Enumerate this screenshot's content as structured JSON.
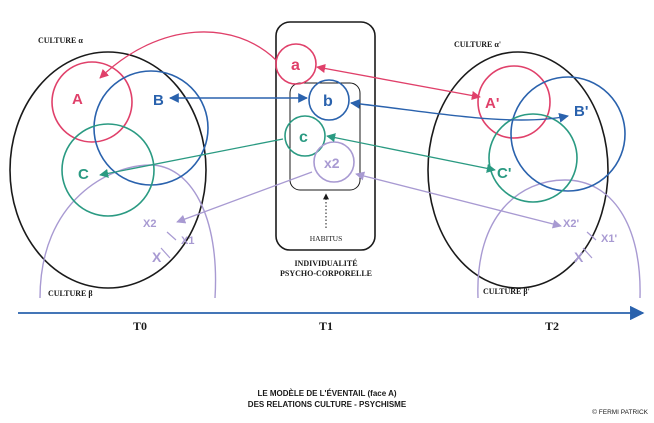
{
  "colors": {
    "pink": "#e0406a",
    "blue": "#2a62ad",
    "green": "#2a9a82",
    "lilac": "#a89ad2",
    "black": "#1a1a1a",
    "axis": "#2a62ad"
  },
  "labels": {
    "culture_alpha": "CULTURE α",
    "culture_beta": "CULTURE β",
    "culture_alpha_prime": "CULTURE α'",
    "culture_beta_prime": "CULTURE β'",
    "node_A": "A",
    "node_B": "B",
    "node_C": "C",
    "node_x2": "X2",
    "node_x1": "X1",
    "node_X": "X",
    "node_a": "a",
    "node_b": "b",
    "node_c": "c",
    "node_x2_small": "x2",
    "node_A_prime": "A'",
    "node_B_prime": "B'",
    "node_C_prime": "C'",
    "node_x2_prime": "X2'",
    "node_x1_prime": "X1'",
    "node_X_prime": "X",
    "habitus": "HABITUS",
    "individualite_line1": "INDIVIDUALITÉ",
    "individualite_line2": "PSYCHO-CORPORELLE",
    "t0": "T0",
    "t1": "T1",
    "t2": "T2",
    "caption_line1": "LE MODÈLE DE L'ÉVENTAIL (face A)",
    "caption_line2": "DES RELATIONS CULTURE - PSYCHISME",
    "copyright": "© FERMI PATRICK"
  }
}
